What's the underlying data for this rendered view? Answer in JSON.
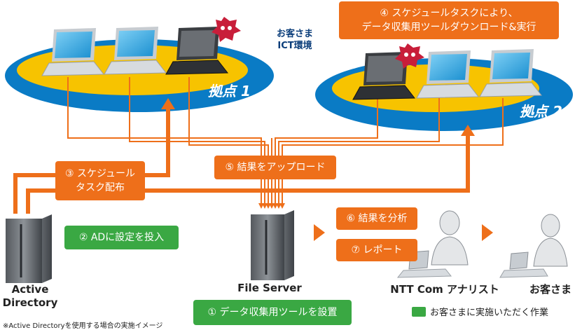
{
  "environment_label": "お客さま\nICT環境",
  "sites": {
    "site1": "拠点 1",
    "site2": "拠点 2"
  },
  "steps": {
    "s1": "① データ収集用ツールを設置",
    "s2": "② ADに設定を投入",
    "s3": "③ スケジュール\nタスク配布",
    "s4": "④ スケジュールタスクにより、\nデータ収集用ツールダウンロード&実行",
    "s5": "⑤ 結果をアップロード",
    "s6": "⑥ 結果を分析",
    "s7": "⑦ レポート"
  },
  "nodes": {
    "ad": "Active\nDirectory",
    "file_server": "File Server",
    "analyst": "NTT Com アナリスト",
    "customer": "お客さま"
  },
  "legend": "お客さまに実施いただく作業",
  "footnote": "※Active Directoryを使用する場合の実施イメージ",
  "colors": {
    "orange": "#ee6f1a",
    "green": "#3aa843",
    "blue": "#0a7bc5",
    "yellow": "#f7c300"
  }
}
